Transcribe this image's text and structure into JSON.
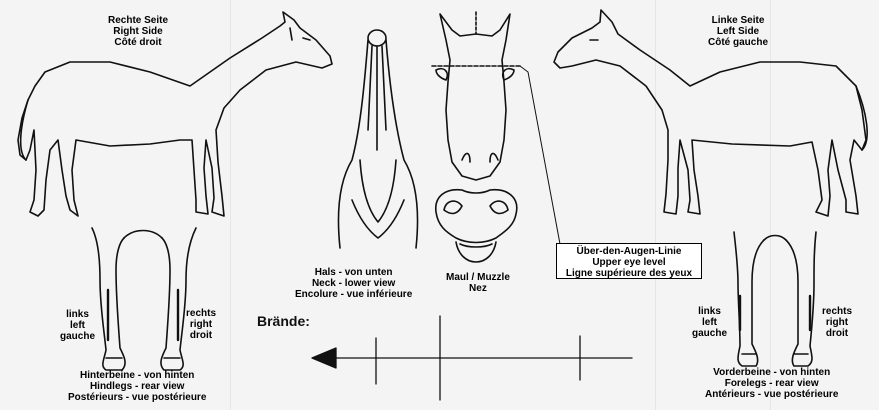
{
  "right_side": {
    "de": "Rechte Seite",
    "en": "Right Side",
    "fr": "Côté droit"
  },
  "left_side": {
    "de": "Linke Seite",
    "en": "Left Side",
    "fr": "Côté gauche"
  },
  "neck_view": {
    "de": "Hals - von unten",
    "en": "Neck - lower view",
    "fr": "Encolure - vue inférieure"
  },
  "muzzle": {
    "line1": "Maul / Muzzle",
    "line2": "Nez"
  },
  "eye_level": {
    "de": "Über-den-Augen-Linie",
    "en": "Upper eye level",
    "fr": "Ligne supérieure des yeux"
  },
  "hindlegs": {
    "de": "Hinterbeine - von hinten",
    "en": "Hindlegs - rear view",
    "fr": "Postérieurs - vue postérieure"
  },
  "forelegs": {
    "de": "Vorderbeine - von hinten",
    "en": "Forelegs - rear view",
    "fr": "Antérieurs - vue postérieure"
  },
  "hind_left": {
    "de": "links",
    "en": "left",
    "fr": "gauche"
  },
  "hind_right": {
    "de": "rechts",
    "en": "right",
    "fr": "droit"
  },
  "fore_left": {
    "de": "links",
    "en": "left",
    "fr": "gauche"
  },
  "fore_right": {
    "de": "rechts",
    "en": "right",
    "fr": "droit"
  },
  "brands_label": "Brände:",
  "colors": {
    "ink": "#111111",
    "paper": "#f4f4f4",
    "ghost": "#dcdcdc"
  }
}
